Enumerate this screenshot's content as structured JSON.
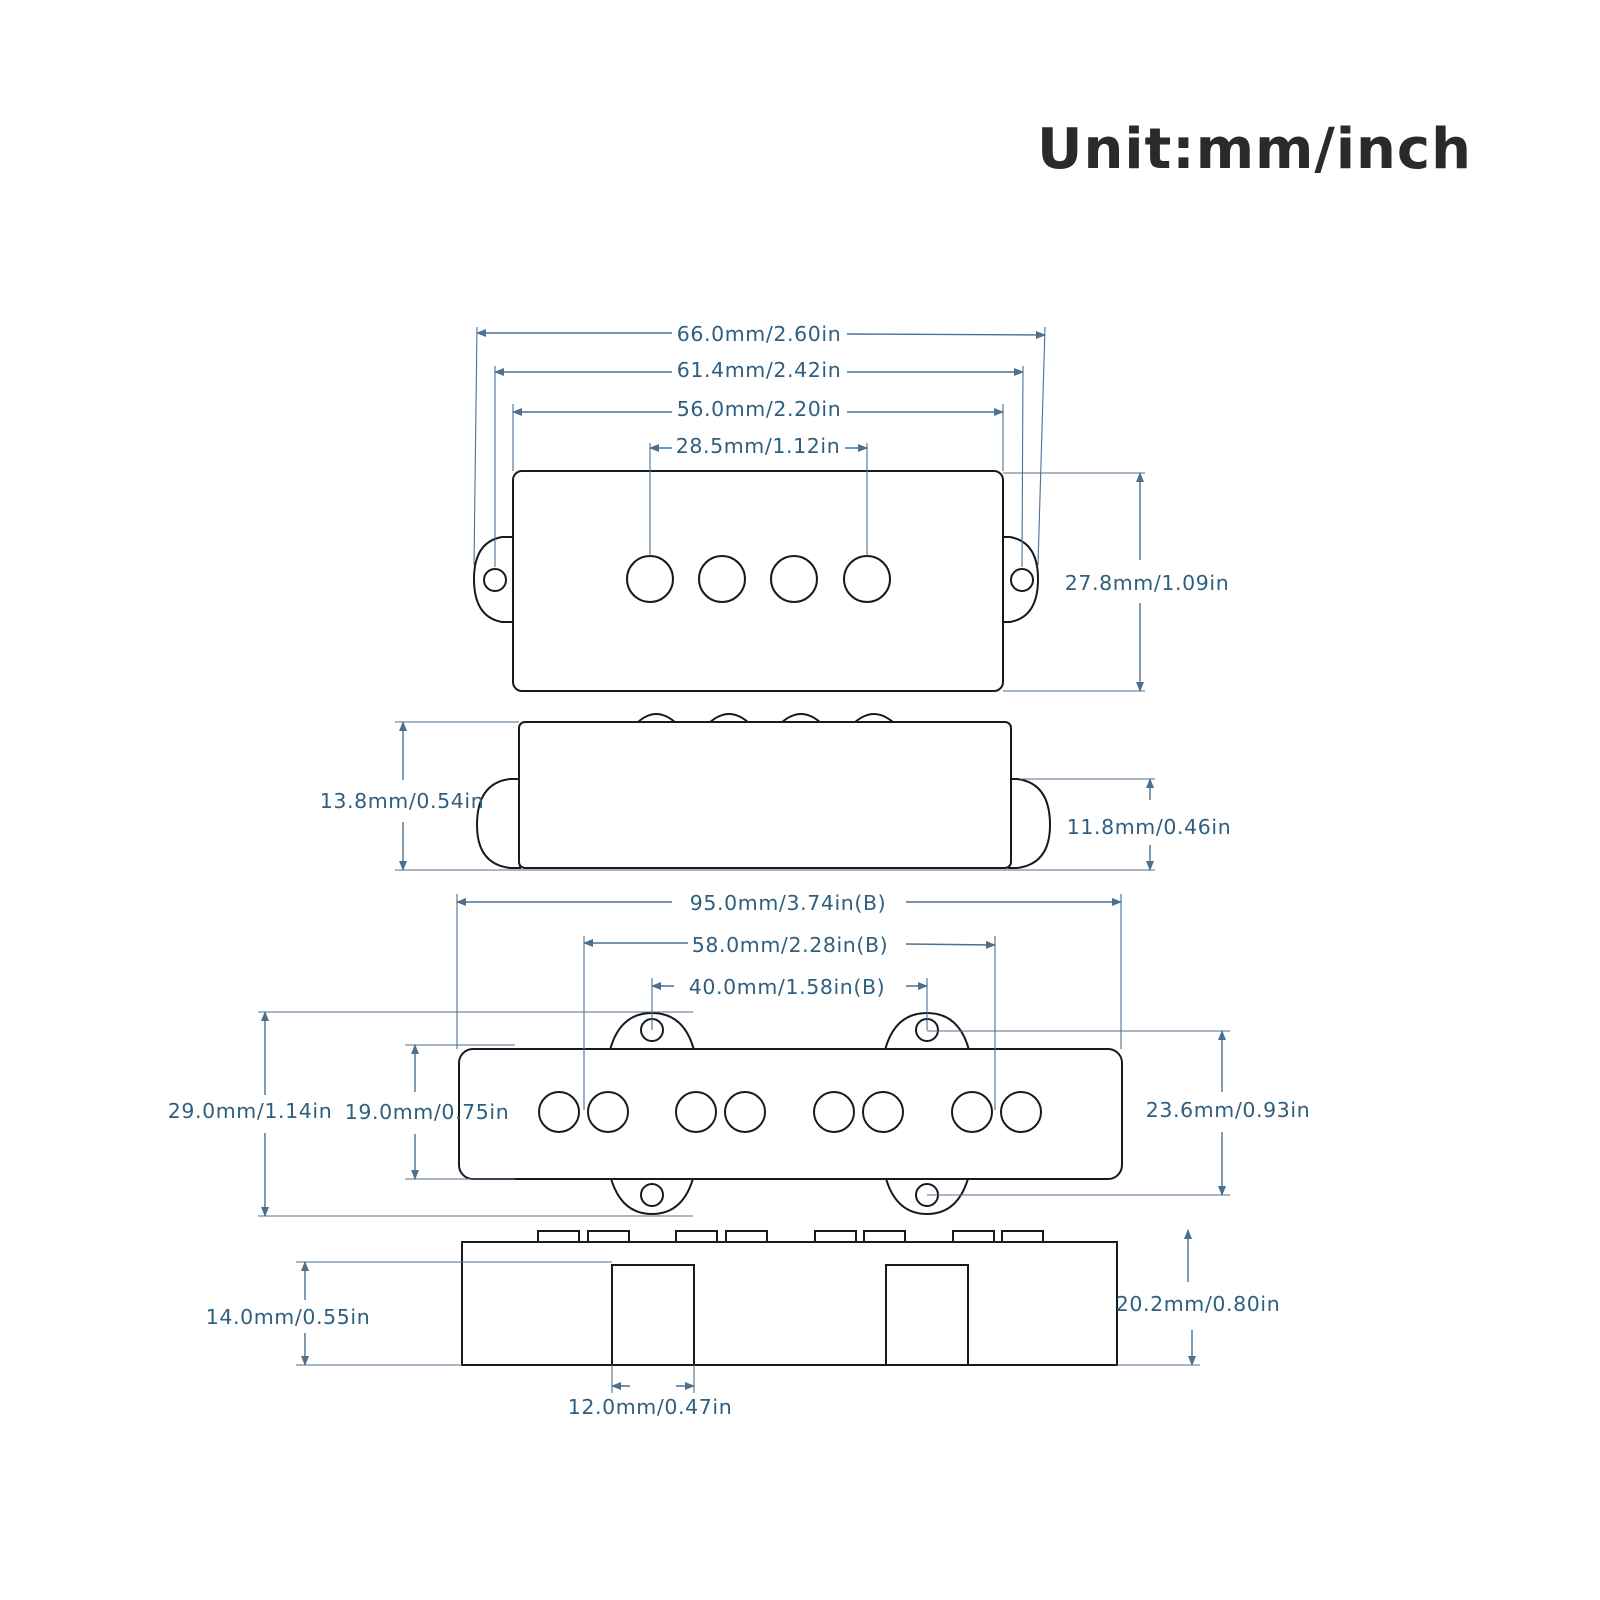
{
  "title": "Unit:mm/inch",
  "p_bass": {
    "width_overall": "66.0mm/2.60in",
    "width_mount_holes": "61.4mm/2.42in",
    "width_body": "56.0mm/2.20in",
    "pole_span": "28.5mm/1.12in",
    "depth": "27.8mm/1.09in",
    "height_total": "13.8mm/0.54in",
    "height_ears": "11.8mm/0.46in"
  },
  "j_bass": {
    "width_overall": "95.0mm/3.74in(B)",
    "width_pole_span": "58.0mm/2.28in(B)",
    "width_mount_spacing": "40.0mm/1.58in(B)",
    "depth_with_ears": "29.0mm/1.14in",
    "depth_body": "19.0mm/0.75in",
    "mount_hole_spacing": "23.6mm/0.93in",
    "leg_height": "14.0mm/0.55in",
    "leg_width": "12.0mm/0.47in",
    "height_total": "20.2mm/0.80in"
  },
  "colors": {
    "dimension_text": "#2f5f7f",
    "dimension_line": "#4c7090",
    "outline": "#1a1a1a"
  }
}
